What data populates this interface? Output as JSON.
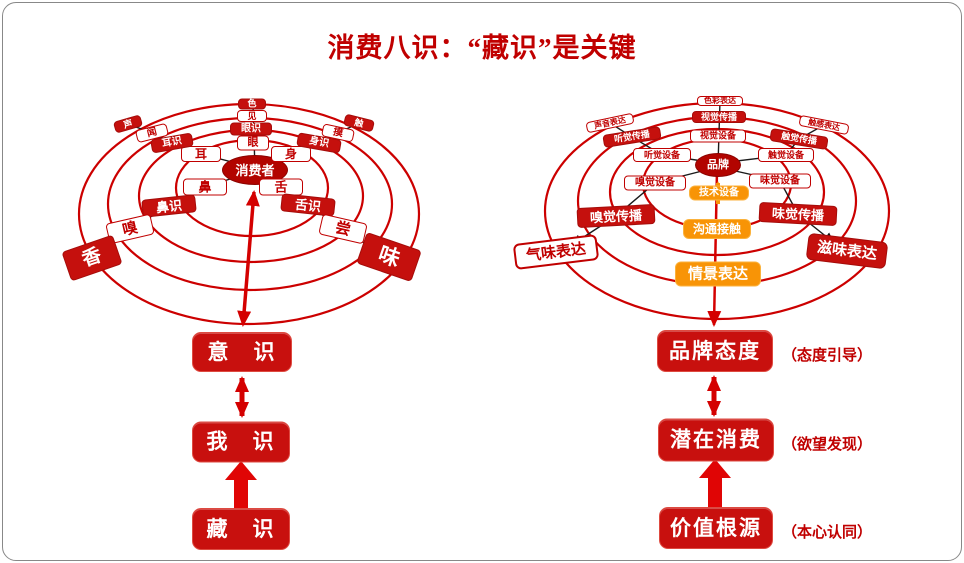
{
  "title": "消费八识：“藏识”是关键",
  "colors": {
    "accent_red": "#cc0000",
    "filled_box_red": "#c5100d",
    "center_dark_red": "#b20400",
    "orange": "#f89406",
    "connector_black": "#1b1b1b"
  },
  "left_diagram": {
    "center": "消费者",
    "spokes": [
      {
        "sense": "eye",
        "organ": "眼",
        "consciousness": "眼识",
        "action": "见",
        "object": "色"
      },
      {
        "sense": "ear",
        "organ": "耳",
        "consciousness": "耳识",
        "action": "闻",
        "object": "声"
      },
      {
        "sense": "body",
        "organ": "身",
        "consciousness": "身识",
        "action": "摸",
        "object": "触"
      },
      {
        "sense": "nose",
        "organ": "鼻",
        "consciousness": "鼻识",
        "action": "嗅",
        "object": "香"
      },
      {
        "sense": "tongue",
        "organ": "舌",
        "consciousness": "舌识",
        "action": "尝",
        "object": "味"
      }
    ],
    "chain": [
      {
        "label": "意　识"
      },
      {
        "label": "我　识"
      },
      {
        "label": "藏　识"
      }
    ]
  },
  "right_diagram": {
    "center": "品牌",
    "spokes": [
      {
        "sense": "sight",
        "device": "视觉设备",
        "spread": "视觉传播",
        "expression": "色彩表达"
      },
      {
        "sense": "hearing",
        "device": "听觉设备",
        "spread": "听觉传播",
        "expression": "声音表达"
      },
      {
        "sense": "touch",
        "device": "触觉设备",
        "spread": "触觉传播",
        "expression": "触感表达"
      },
      {
        "sense": "smell",
        "device": "嗅觉设备",
        "spread": "嗅觉传播",
        "expression": "气味表达"
      },
      {
        "sense": "taste",
        "device": "味觉设备",
        "spread": "味觉传播",
        "expression": "滋味表达"
      }
    ],
    "tech_spoke": {
      "device": "技术设备",
      "contact": "沟通接触",
      "expression": "情景表达"
    },
    "chain": [
      {
        "label": "品牌态度",
        "note": "（态度引导）"
      },
      {
        "label": "潜在消费",
        "note": "（欲望发现）"
      },
      {
        "label": "价值根源",
        "note": "（本心认同）"
      }
    ]
  }
}
